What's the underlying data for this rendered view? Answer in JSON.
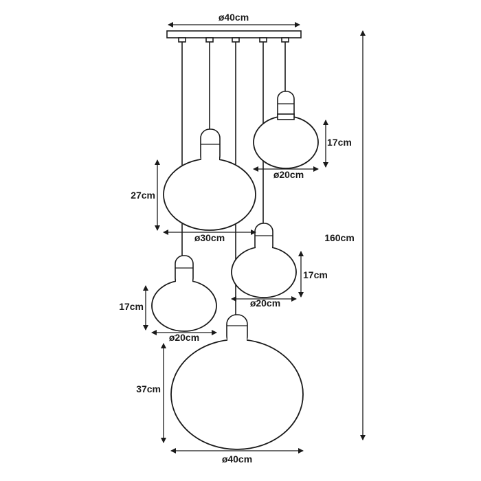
{
  "dimensions": {
    "canopy_diameter": "ø40cm",
    "total_height": "160cm",
    "shade_top_right_height": "17cm",
    "shade_top_right_diameter": "ø20cm",
    "shade_mid_left_height": "27cm",
    "shade_mid_left_diameter": "ø30cm",
    "shade_mid_right_height": "17cm",
    "shade_mid_right_diameter": "ø20cm",
    "shade_low_left_height": "17cm",
    "shade_low_left_diameter": "ø20cm",
    "shade_bottom_height": "37cm",
    "shade_bottom_diameter": "ø40cm"
  }
}
